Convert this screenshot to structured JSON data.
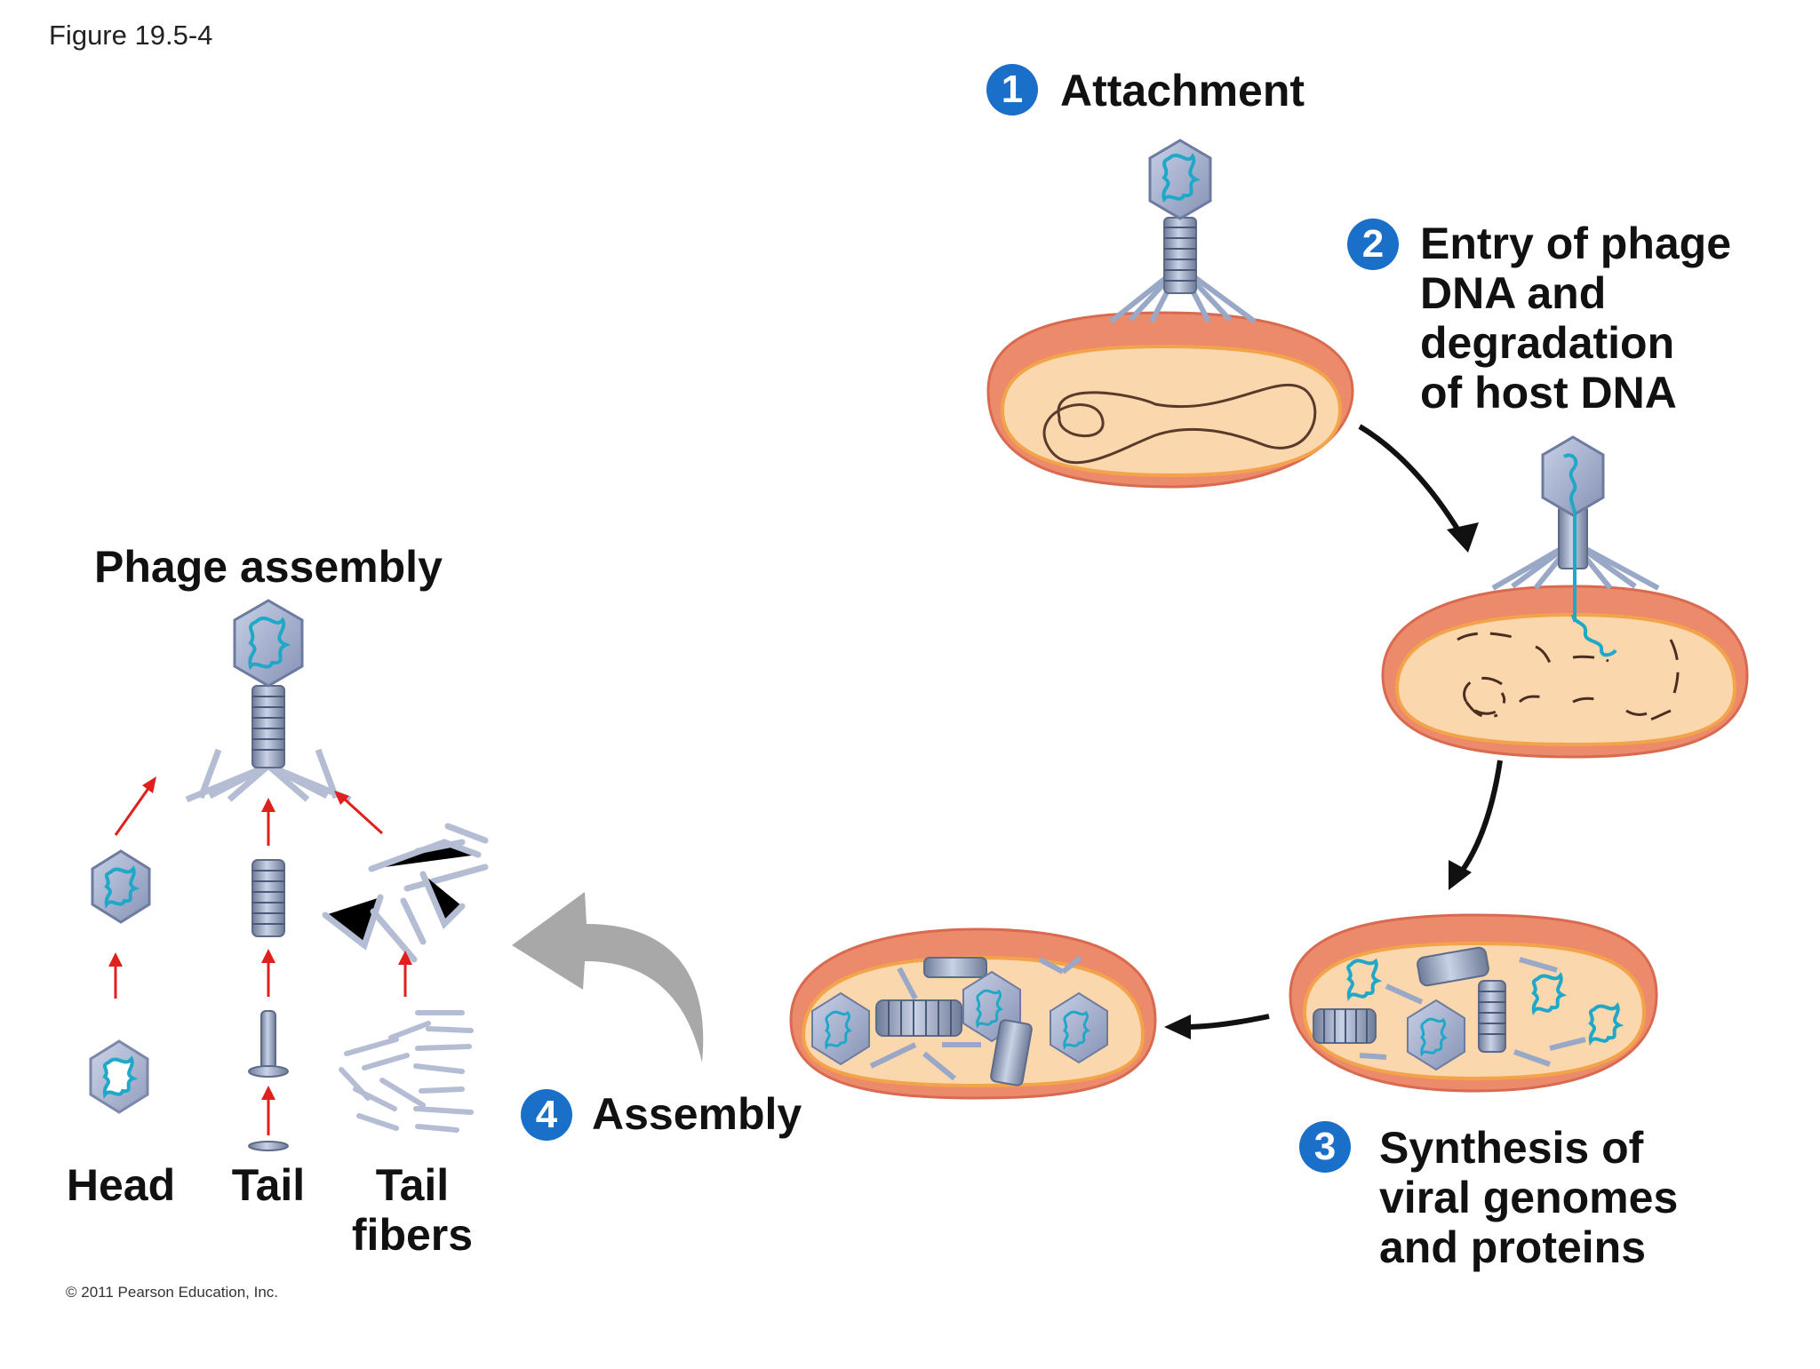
{
  "figure_label": "Figure 19.5-4",
  "copyright": "© 2011 Pearson Education, Inc.",
  "steps": [
    {
      "number": "1",
      "title": "Attachment"
    },
    {
      "number": "2",
      "title_lines": [
        "Entry of phage",
        "DNA and",
        "degradation",
        "of host DNA"
      ]
    },
    {
      "number": "3",
      "title_lines": [
        "Synthesis of",
        "viral genomes",
        "and proteins"
      ]
    },
    {
      "number": "4",
      "title": "Assembly"
    }
  ],
  "assembly": {
    "title": "Phage assembly",
    "parts": [
      {
        "label_lines": [
          "Head"
        ]
      },
      {
        "label_lines": [
          "Tail"
        ]
      },
      {
        "label_lines": [
          "Tail",
          "fibers"
        ]
      }
    ]
  },
  "colors": {
    "badge": "#1a6fc8",
    "cell_wall": "#ec8a6c",
    "cytoplasm": "#fad7ad",
    "phage": "#9aa8c8",
    "viral_dna": "#20a8c8",
    "red_arrow": "#e0201c",
    "gray_arrow": "#a8a8a8"
  }
}
